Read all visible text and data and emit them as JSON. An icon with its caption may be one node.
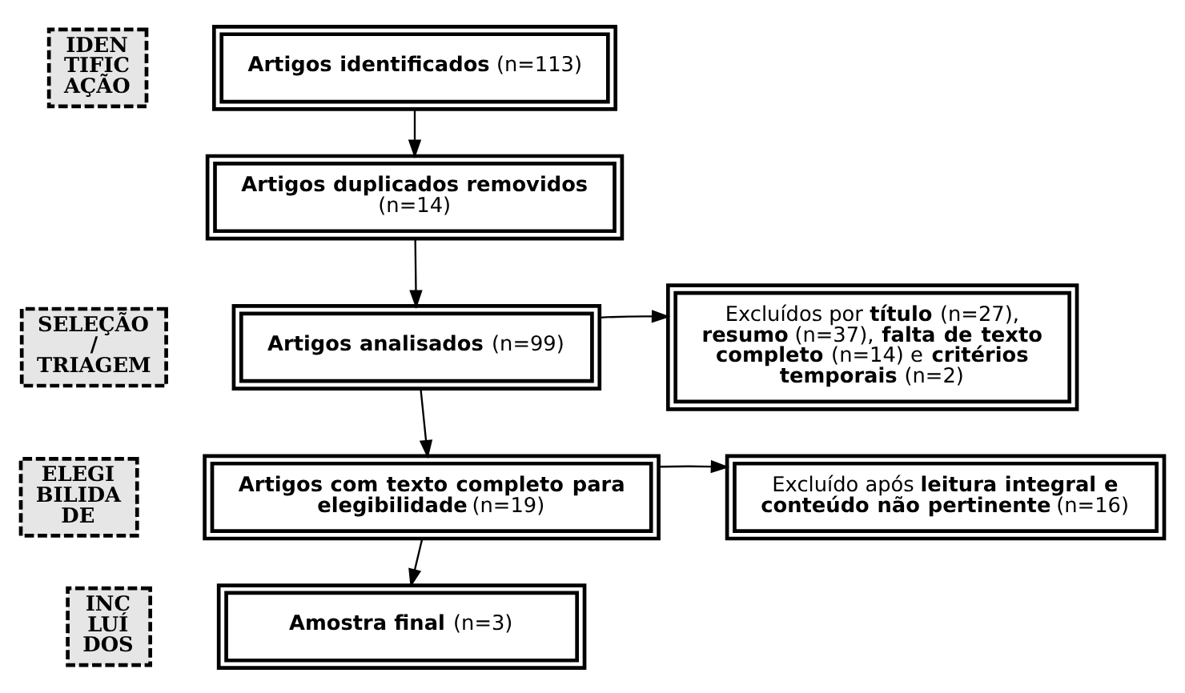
{
  "diagram": {
    "nodes": [
      {
        "text": [
          "IDEN TIFIC AÇÃO"
        ]
      },
      {
        "text": [
          "**Artigos identificados** (n=113)"
        ]
      },
      {
        "text": [
          "SELEÇÃO / TRIAGEM"
        ]
      },
      {
        "text": [
          "**Artigos duplicados removidos** (n=14)"
        ]
      },
      {
        "text": [
          "**Artigos analisados** (n=99)"
        ]
      },
      {
        "text": [
          "Excluídos por **título** (n=27), **resumo** (n=37), **falta de texto completo** (n=14) e **critérios temporais** (n=2)"
        ]
      },
      {
        "text": [
          "ELEGI BILIDA DE"
        ]
      },
      {
        "text": [
          "**Artigos com texto completo para elegibilidade** (n=19)"
        ]
      },
      {
        "text": [
          "Excluído após **leitura integral e conteúdo não pertinente** (n=16)"
        ]
      },
      {
        "text": [
          "INC LUÍ DOS"
        ]
      },
      {
        "text": [
          "**Amostra final** (n=3)"
        ]
      }
    ],
    "edges": [
      {
        "from": 1,
        "to": 3,
        "arrow": "to"
      },
      {
        "from": 3,
        "to": 4,
        "arrow": "to"
      },
      {
        "from": 4,
        "to": 5,
        "arrow": "to"
      },
      {
        "from": 4,
        "to": 7,
        "arrow": "to"
      },
      {
        "from": 7,
        "to": 8,
        "arrow": "to"
      },
      {
        "from": 7,
        "to": 10,
        "arrow": "to"
      }
    ]
  }
}
